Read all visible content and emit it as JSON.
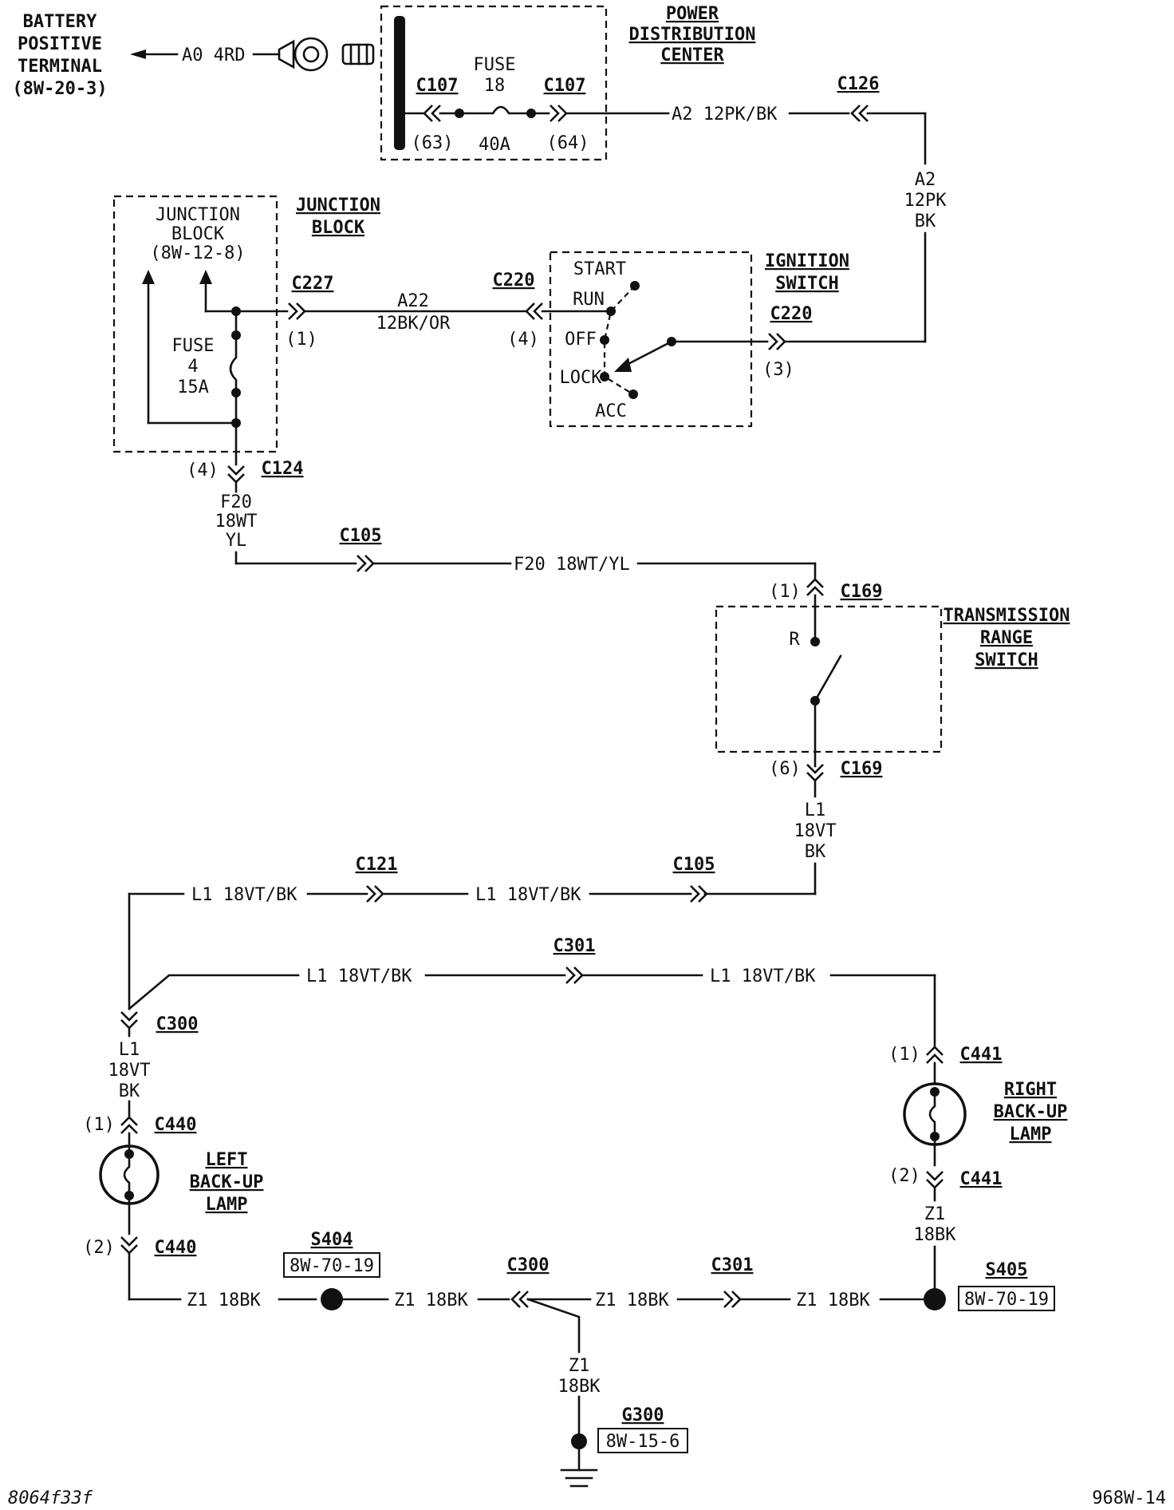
{
  "battery": {
    "line1": "BATTERY",
    "line2": "POSITIVE",
    "line3": "TERMINAL",
    "line4": "(8W-20-3)",
    "wire": "A0 4RD"
  },
  "pdc": {
    "title1": "POWER",
    "title2": "DISTRIBUTION",
    "title3": "CENTER",
    "fuse_label": "FUSE",
    "fuse_num": "18",
    "fuse_amp": "40A",
    "conn_left": "C107",
    "conn_right": "C107",
    "pin_left": "(63)",
    "pin_right": "(64)"
  },
  "wire_a2": {
    "label": "A2 12PK/BK",
    "conn": "C126",
    "v1": "A2",
    "v2": "12PK",
    "v3": "BK"
  },
  "junction_block": {
    "inner1": "JUNCTION",
    "inner2": "BLOCK",
    "inner3": "(8W-12-8)",
    "title1": "JUNCTION",
    "title2": "BLOCK",
    "fuse_label": "FUSE",
    "fuse_num": "4",
    "fuse_amp": "15A",
    "conn_c227": "C227",
    "pin_c227": "(1)",
    "conn_c124": "C124",
    "pin_c124": "(4)"
  },
  "wire_a22": {
    "v1": "A22",
    "v2": "12BK/OR"
  },
  "ignition": {
    "title1": "IGNITION",
    "title2": "SWITCH",
    "conn_left": "C220",
    "pin_left": "(4)",
    "conn_right": "C220",
    "pin_right": "(3)",
    "pos_start": "START",
    "pos_run": "RUN",
    "pos_off": "OFF",
    "pos_lock": "LOCK",
    "pos_acc": "ACC"
  },
  "wire_f20": {
    "v1": "F20",
    "v2": "18WT",
    "v3": "YL",
    "conn": "C105",
    "label": "F20 18WT/YL"
  },
  "trs": {
    "title1": "TRANSMISSION",
    "title2": "RANGE",
    "title3": "SWITCH",
    "pos": "R",
    "conn_top": "C169",
    "pin_top": "(1)",
    "conn_bot": "C169",
    "pin_bot": "(6)"
  },
  "wire_l1": {
    "v1": "L1",
    "v2": "18VT",
    "v3": "BK",
    "label": "L1 18VT/BK",
    "conn_c121": "C121",
    "conn_c105": "C105",
    "conn_c301": "C301",
    "conn_c300": "C300"
  },
  "left_lamp": {
    "title1": "LEFT",
    "title2": "BACK-UP",
    "title3": "LAMP",
    "conn_top": "C440",
    "pin_top": "(1)",
    "conn_bot": "C440",
    "pin_bot": "(2)"
  },
  "right_lamp": {
    "title1": "RIGHT",
    "title2": "BACK-UP",
    "title3": "LAMP",
    "conn_top": "C441",
    "pin_top": "(1)",
    "conn_bot": "C441",
    "pin_bot": "(2)"
  },
  "ground": {
    "wire": "Z1 18BK",
    "v1": "Z1",
    "v2": "18BK",
    "s404": "S404",
    "s404_ref": "8W-70-19",
    "s405": "S405",
    "s405_ref": "8W-70-19",
    "c300": "C300",
    "c301": "C301",
    "g300": "G300",
    "g300_ref": "8W-15-6"
  },
  "footer": {
    "left": "8064f33f",
    "right": "968W-14"
  }
}
